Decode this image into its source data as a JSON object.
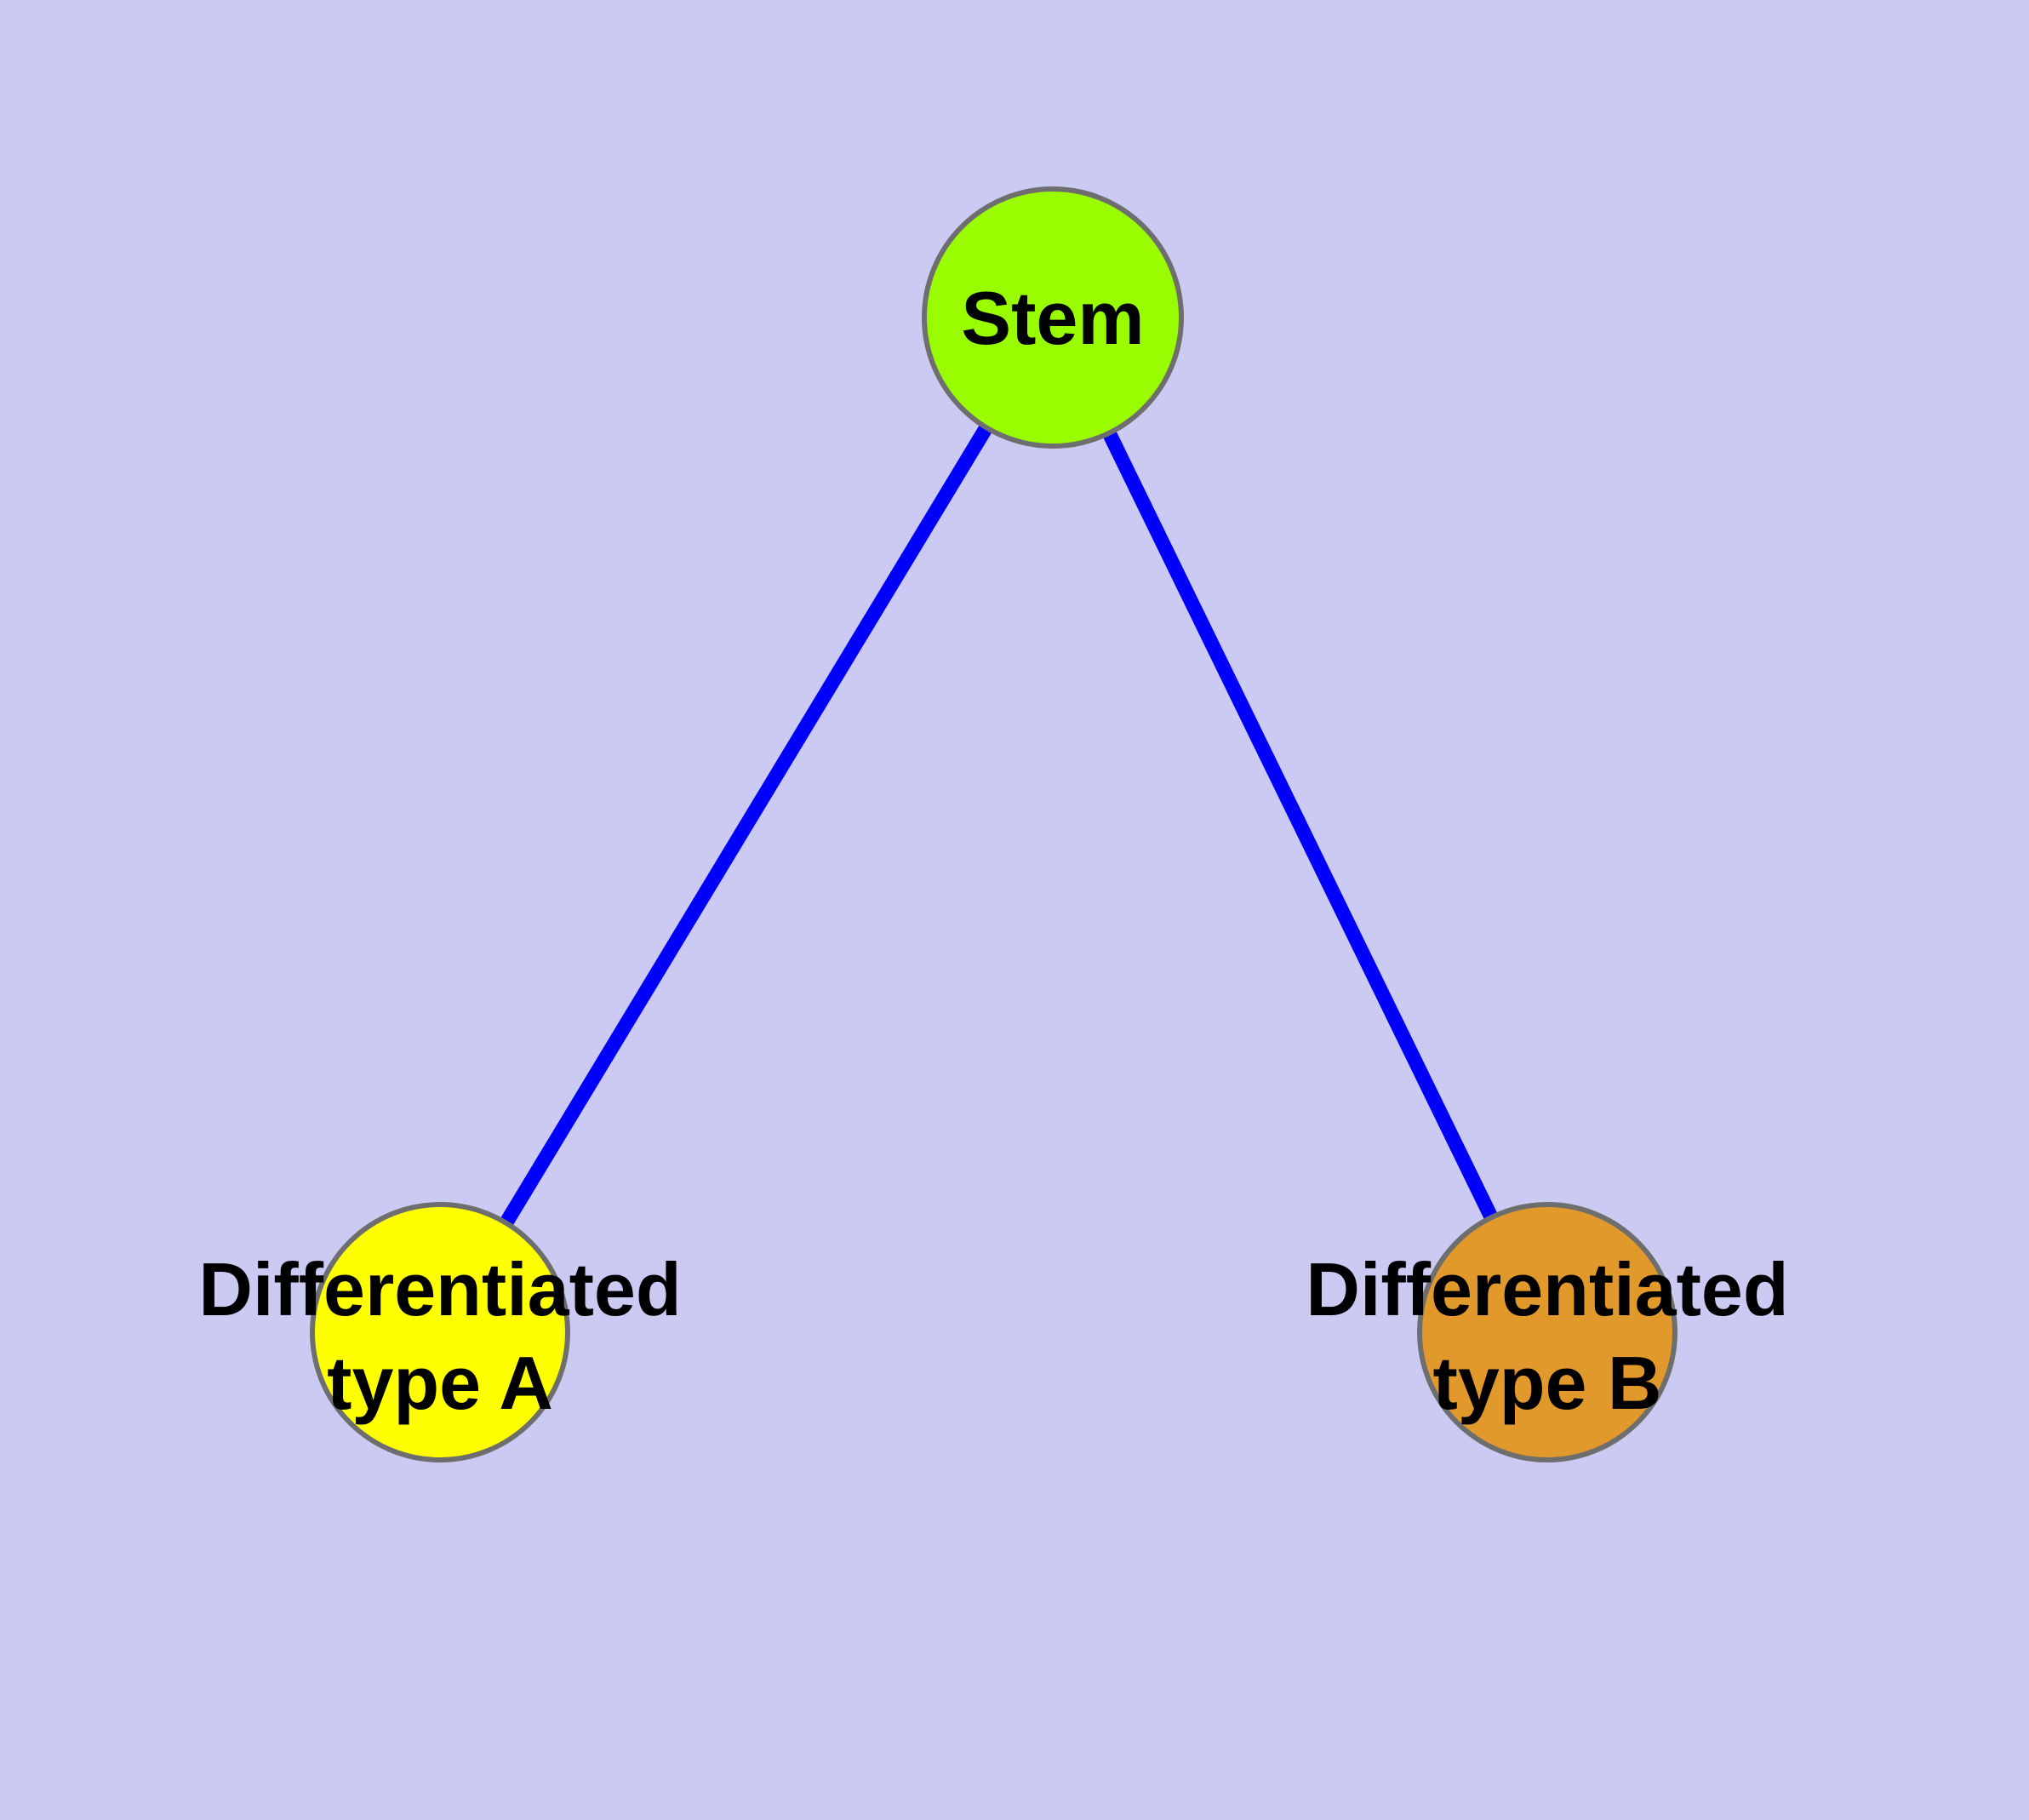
{
  "diagram": {
    "type": "graph",
    "description": "Cell differentiation graph: one stem node connected to two differentiated type nodes",
    "background_color": "#CACAF2",
    "edge_color": "#0000FB",
    "node_border_color": "#6E6E6E",
    "label_color": "#000000",
    "nodes": [
      {
        "id": "stem",
        "label": "Stem",
        "line1": "Stem",
        "line2": "",
        "color": "#9AFC00"
      },
      {
        "id": "differentiated-a",
        "label": "Differentiated type A",
        "line1": "Differentiated",
        "line2": "type A",
        "color": "#FFFF00"
      },
      {
        "id": "differentiated-b",
        "label": "Differentiated type B",
        "line1": "Differentiated",
        "line2": "type B",
        "color": "#E2992B"
      }
    ],
    "edges": [
      {
        "from": "Stem",
        "to": "Differentiated type A"
      },
      {
        "from": "Stem",
        "to": "Differentiated type B"
      }
    ]
  }
}
